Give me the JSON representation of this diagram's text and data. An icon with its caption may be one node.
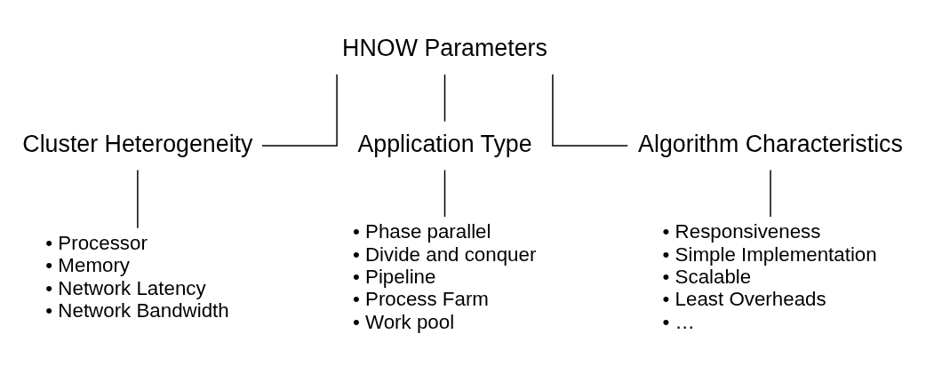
{
  "diagram": {
    "nodes": [
      {
        "text": [
          "HNOW Parameters"
        ]
      },
      {
        "text": [
          "Cluster Heterogeneity"
        ]
      },
      {
        "text": [
          "Application Type"
        ]
      },
      {
        "text": [
          "Algorithm Characteristics"
        ]
      },
      {
        "text": [
          "• Processor",
          "• Memory",
          "• Network Latency",
          "• Network Bandwidth"
        ]
      },
      {
        "text": [
          "• Phase parallel",
          "• Divide and conquer",
          "• Pipeline",
          "• Process Farm",
          "• Work pool"
        ]
      },
      {
        "text": [
          "• Responsiveness",
          "• Simple Implementation",
          "• Scalable",
          "• Least Overheads",
          "• …"
        ]
      }
    ],
    "edges": [
      {
        "from": 0,
        "to": 1,
        "arrow": "none"
      },
      {
        "from": 0,
        "to": 2,
        "arrow": "none"
      },
      {
        "from": 0,
        "to": 3,
        "arrow": "none"
      },
      {
        "from": 1,
        "to": 4,
        "arrow": "none"
      },
      {
        "from": 2,
        "to": 5,
        "arrow": "none"
      },
      {
        "from": 3,
        "to": 6,
        "arrow": "none"
      }
    ]
  }
}
